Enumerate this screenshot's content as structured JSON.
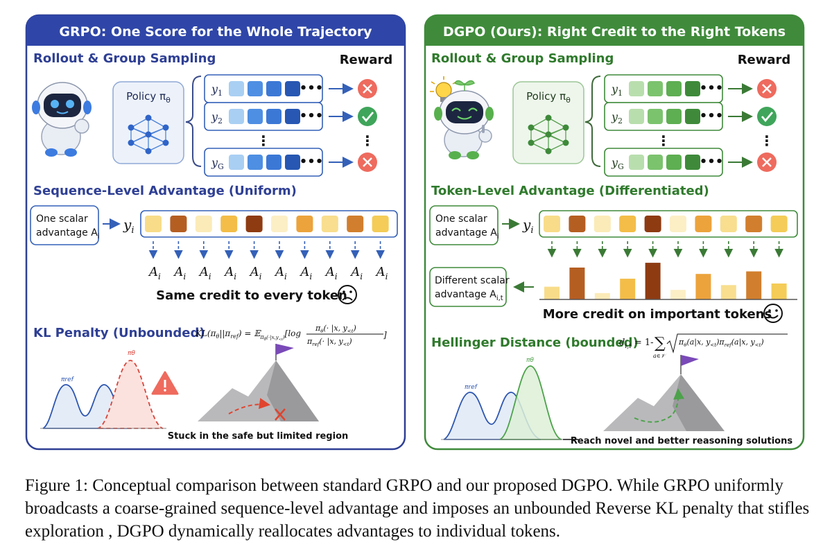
{
  "grpo": {
    "title": "GRPO: One Score for the Whole Trajectory",
    "rollout_heading": "Rollout & Group Sampling",
    "reward_label": "Reward",
    "policy_label": "Policy π",
    "policy_sub": "θ",
    "seq_heading": "Sequence-Level Advantage (Uniform)",
    "scalar_line1": "One scalar",
    "scalar_line2": "advantage A",
    "scalar_sub": "i",
    "same_credit": "Same credit to every token",
    "kl_heading": "KL Penalty (Unbounded)",
    "kl_formula_lhs": "KL(πθ||πref) = 𝔼",
    "kl_formula_rhs": "[log",
    "pi_ref_label": "πref",
    "pi_theta_label": "πθ",
    "stuck_text": "Stuck in the safe but limited region",
    "colors": {
      "frame": "#2E3F94",
      "header": "#2F46A8",
      "panel": "#EDF2FA"
    }
  },
  "dgpo": {
    "title": "DGPO (Ours): Right Credit to the Right Tokens",
    "rollout_heading": "Rollout & Group Sampling",
    "reward_label": "Reward",
    "policy_label": "Policy π",
    "policy_sub": "θ",
    "token_heading": "Token-Level Advantage (Differentiated)",
    "scalar_line1": "One scalar",
    "scalar_line2": "advantage A",
    "scalar_sub": "i",
    "diff_line1": "Different scalar",
    "diff_line2": "advantage A",
    "diff_sub": "i,t",
    "more_credit": "More credit on important tokens",
    "hellinger_heading": "Hellinger Distance (bounded)",
    "hellinger_formula": "d",
    "reach_text": "Reach novel and better reasoning solutions",
    "colors": {
      "frame": "#3E8A3A",
      "header": "#3F8B3B",
      "panel": "#EEF6EC"
    }
  },
  "sequences": [
    "y1",
    "y2",
    "yG"
  ],
  "rewards": [
    "wrong",
    "correct",
    "wrong"
  ],
  "token_colors": [
    "#F8DC8A",
    "#B55E22",
    "#FBEBB8",
    "#F3BD48",
    "#8E3B12",
    "#FCEFC6",
    "#ECA33C",
    "#F8DE8E",
    "#D17F2E",
    "#F4CC57"
  ],
  "token_bar_heights": [
    0.4,
    1.0,
    0.2,
    0.65,
    1.15,
    0.3,
    0.8,
    0.45,
    0.88,
    0.5
  ],
  "advantage_label": "A",
  "advantage_sub": "i",
  "caption": "Figure 1: Conceptual comparison between standard GRPO and our proposed DGPO. While GRPO uniformly broadcasts a coarse-grained sequence-level advantage and imposes an unbounded Reverse KL penalty that stifles exploration , DGPO dynamically reallocates advantages to individual tokens."
}
